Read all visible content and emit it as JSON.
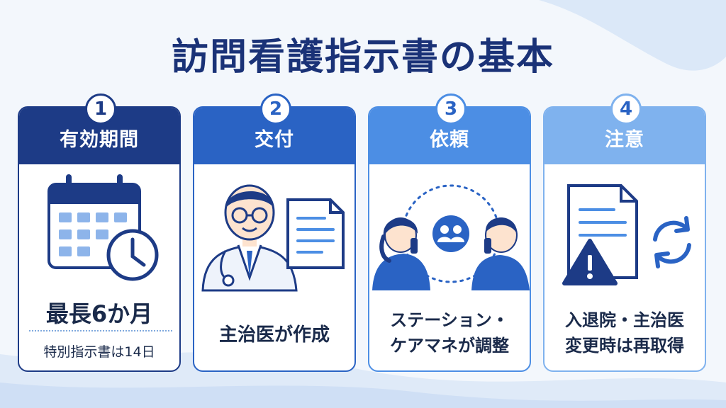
{
  "title": "訪問看護指示書の基本",
  "cards": [
    {
      "number": "1",
      "heading": "有効期間",
      "main": "最長6か月",
      "sub": "特別指示書は14日",
      "color": "#1d3b86",
      "icons": [
        "calendar-icon",
        "clock-icon"
      ]
    },
    {
      "number": "2",
      "heading": "交付",
      "main": "主治医が作成",
      "color": "#2a63c4",
      "icons": [
        "doctor-icon",
        "document-icon"
      ]
    },
    {
      "number": "3",
      "heading": "依頼",
      "main_line1": "ステーション・",
      "main_line2": "ケアマネが調整",
      "color": "#4c8ee4",
      "icons": [
        "phone-woman-icon",
        "people-icon",
        "phone-man-icon"
      ]
    },
    {
      "number": "4",
      "heading": "注意",
      "main_line1": "入退院・主治医",
      "main_line2": "変更時は再取得",
      "color": "#7fb2ee",
      "icons": [
        "document-icon",
        "warning-icon",
        "refresh-icon"
      ]
    }
  ]
}
